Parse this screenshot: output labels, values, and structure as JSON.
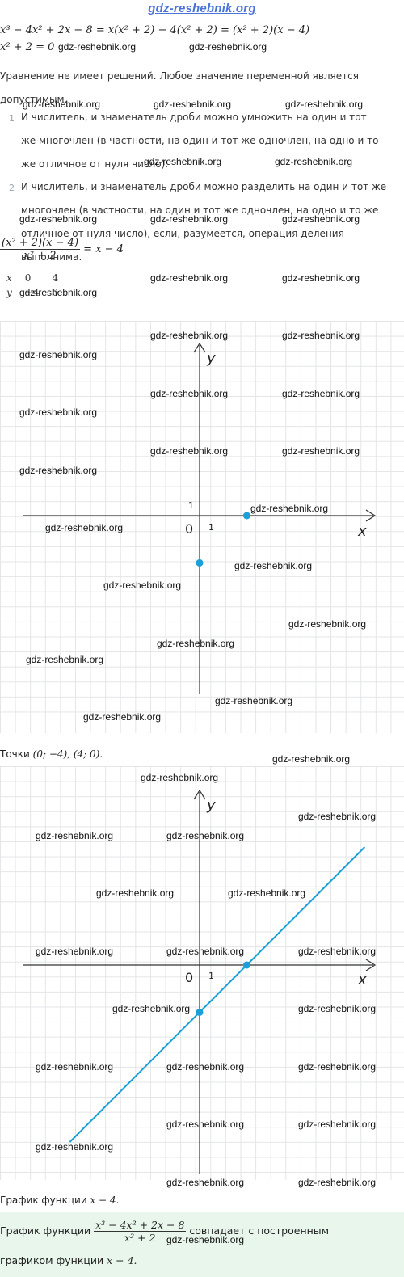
{
  "header": {
    "site": "gdz-reshebnik.org"
  },
  "watermark": "gdz-reshebnik.org",
  "equation1": {
    "lhs": "x³ − 4x² + 2x − 8",
    "rhs1": "x(x² + 2) − 4(x² + 2)",
    "rhs2": "(x² + 2)(x − 4)"
  },
  "equation2": {
    "text": "x² + 2 = 0"
  },
  "note_no_solutions": "Уравнение не имеет решений. Любое значение переменной является допустимым.",
  "rules": [
    {
      "num": "1",
      "text": "И числитель, и знаменатель дроби можно умножить на один и тот же многочлен (в частности, на один и тот же одночлен, на одно и то же отличное от нуля число)."
    },
    {
      "num": "2",
      "text": "И числитель, и знаменатель дроби можно разделить на один и тот же многочлен (в частности, на один и тот же одночлен, на одно и то же отличное от нуля число), если, разумеется, операция деления выполнима."
    }
  ],
  "fraction_eq": {
    "numerator": "(x² + 2)(x − 4)",
    "denominator": "x² + 2",
    "result": "= x − 4"
  },
  "table": {
    "rows": [
      {
        "label": "x",
        "values": [
          "0",
          "4"
        ]
      },
      {
        "label": "y",
        "values": [
          "−4",
          "0"
        ]
      }
    ]
  },
  "graph1": {
    "axis_x": "x",
    "axis_y": "y",
    "origin": "0",
    "unit_x": "1",
    "unit_y": "1",
    "points": [
      {
        "x": 0,
        "y": -4
      },
      {
        "x": 4,
        "y": 0
      }
    ],
    "color": "#1a9fd6"
  },
  "points_caption": {
    "label": "Точки",
    "value": "(0; −4), (4; 0)."
  },
  "graph2": {
    "axis_x": "x",
    "axis_y": "y",
    "origin": "0",
    "unit_x": "1",
    "line": {
      "slope": 1,
      "intercept": -4
    },
    "points": [
      {
        "x": 0,
        "y": -4
      },
      {
        "x": 4,
        "y": 0
      }
    ],
    "color": "#1a9fd6"
  },
  "caption_graph": {
    "label": "График функции",
    "value": "x − 4."
  },
  "final": {
    "label": "График функции",
    "numerator": "x³ − 4x² + 2x − 8",
    "denominator": "x² + 2",
    "middle": "совпадает с построенным",
    "tail": "графиком функции",
    "tail_value": "x − 4."
  }
}
